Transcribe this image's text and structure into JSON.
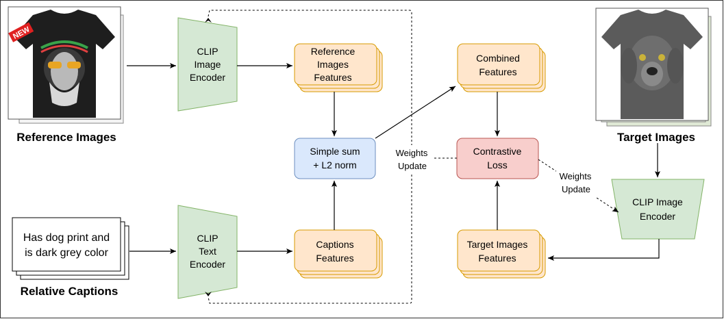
{
  "labels": {
    "reference_images": "Reference Images",
    "target_images": "Target Images",
    "relative_captions": "Relative Captions"
  },
  "caption_text": [
    "Has dog print and",
    "is dark grey color"
  ],
  "tshirt_badge": "NEW",
  "nodes": {
    "clip_image_encoder_left": [
      "CLIP",
      "Image",
      "Encoder"
    ],
    "clip_text_encoder": [
      "CLIP",
      "Text",
      "Encoder"
    ],
    "reference_features": [
      "Reference",
      "Images",
      "Features"
    ],
    "captions_features": [
      "Captions",
      "Features"
    ],
    "simple_sum": [
      "Simple sum",
      "+ L2 norm"
    ],
    "combined_features": [
      "Combined",
      "Features"
    ],
    "contrastive_loss": [
      "Contrastive",
      "Loss"
    ],
    "clip_image_encoder_right": [
      "CLIP Image",
      "Encoder"
    ],
    "target_features": [
      "Target Images",
      "Features"
    ]
  },
  "edge_labels": {
    "weights_update_left": [
      "Weights",
      "Update"
    ],
    "weights_update_right": [
      "Weights",
      "Update"
    ]
  },
  "colors": {
    "encoder_fill": "#d5e8d4",
    "encoder_stroke": "#82b366",
    "feature_fill": "#ffe6cc",
    "feature_stroke": "#d79b00",
    "sum_fill": "#dae8fc",
    "sum_stroke": "#6c8ebf",
    "loss_fill": "#f8cecc",
    "loss_stroke": "#b85450"
  }
}
